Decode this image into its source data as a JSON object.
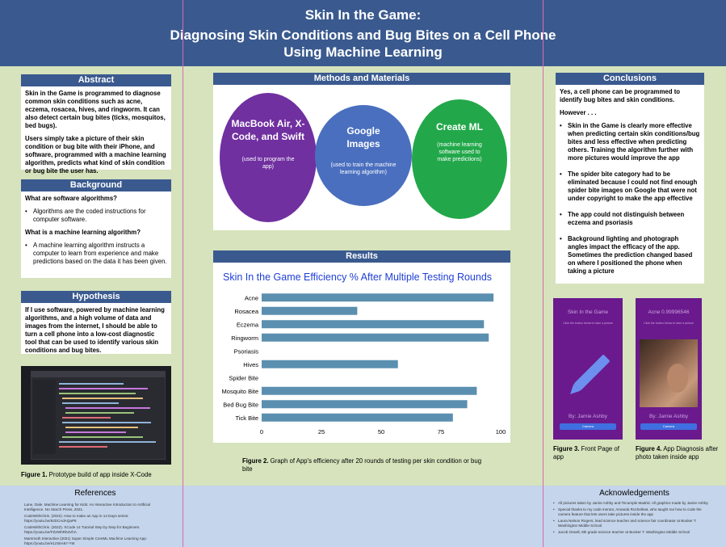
{
  "header": {
    "title_line1": "Skin In the Game:",
    "title_line2": "Diagnosing Skin Conditions and Bug Bites on a Cell Phone",
    "title_line3": "Using Machine Learning"
  },
  "abstract": {
    "heading": "Abstract",
    "p1": "Skin in the Game is programmed to diagnose common skin conditions such as acne, eczema, rosacea, hives, and ringworm.  It can also detect certain bug bites (ticks, mosquitos, bed bugs).",
    "p2": "Users simply take a picture of their skin condition or bug bite with their iPhone, and software, programmed with a machine learning algorithm, predicts what kind of skin condition or bug bite the user has."
  },
  "background": {
    "heading": "Background",
    "q1": "What are software algorithms?",
    "b1": "Algorithms are the coded instructions for computer software.",
    "q2": "What is a machine learning algorithm?",
    "b2": "A machine learning algorithm instructs a computer to learn from experience and make predictions based on the data it has been given."
  },
  "hypothesis": {
    "heading": "Hypothesis",
    "text": "If I use software, powered by machine learning algorithms, and a high volume of data and images from the internet, I should be able to turn a cell phone into a low-cost diagnostic tool that can be used to identify various skin conditions and bug bites."
  },
  "figure1": {
    "caption_bold": "Figure 1.",
    "caption": " Prototype build of app  inside X-Code"
  },
  "methods": {
    "heading": "Methods and Materials",
    "c1_title": "MacBook Air, X-Code, and Swift",
    "c1_sub": "(used to program the app)",
    "c2_title": "Google Images",
    "c2_sub": "(used to train the machine learning algorithm)",
    "c3_title": "Create ML",
    "c3_sub": "(machine learning software used to make predictions)",
    "colors": {
      "c1": "#7030a0",
      "c2": "#4a6fbf",
      "c3": "#22a84a"
    }
  },
  "results": {
    "heading": "Results"
  },
  "chart_data": {
    "type": "bar",
    "orientation": "horizontal",
    "title": "Skin In the Game Efficiency % After Multiple Testing Rounds",
    "categories": [
      "Acne",
      "Rosacea",
      "Eczema",
      "Ringworm",
      "Psoriasis",
      "Hives",
      "Spider Bite",
      "Mosquito Bite",
      "Bed Bug Bite",
      "Tick Bite"
    ],
    "values": [
      97,
      40,
      93,
      95,
      0,
      57,
      0,
      90,
      86,
      80
    ],
    "xlim": [
      0,
      100
    ],
    "xticks": [
      "0",
      "25",
      "50",
      "75",
      "100"
    ],
    "grid": false,
    "bar_color": "#5b8fb0"
  },
  "figure2": {
    "caption_bold": "Figure 2.",
    "caption": "  Graph of App's efficiency after 20  rounds of testing per skin condition or bug bite"
  },
  "conclusions": {
    "heading": "Conclusions",
    "p1": "Yes, a cell phone can be programmed to identify bug bites and skin conditions.",
    "p2": "However . . .",
    "b1": " Skin in the Game  is clearly more effective when predicting certain skin conditions/bug bites and less effective when predicting others. Training the algorithm further with more pictures would improve the app",
    "b2": "The spider bite category had to be eliminated because I could not find enough spider bite images on Google that were not under copyright to make the app effective",
    "b3": "The app could not distinguish between eczema and psoriasis",
    "b4": "Background lighting and photograph angles impact the efficacy of the app. Sometimes the prediction changed based on where I positioned the phone when taking a picture"
  },
  "phone1": {
    "title": "Skin In the Game",
    "hint": "Click the button below to take a picture",
    "by": "By: Jamie Ashby",
    "button": "Camera"
  },
  "phone2": {
    "title": "Acne 0.99996546",
    "hint": "Click the button below to take a picture",
    "by": "By: Jamie Ashby",
    "button": "Camera"
  },
  "figure3": {
    "caption_bold": "Figure 3.",
    "caption": " Front Page of app"
  },
  "figure4": {
    "caption_bold": "Figure 4.",
    "caption": " App Diagnosis after  photo taken inside app"
  },
  "references": {
    "heading": "References",
    "items": [
      "Lane, Dale. Machine Learning for Kids: An Interactive Introduction to Artificial Intelligence. No Starch Press, 2021.",
      "CodeWithChris. (2022). How to make an App in 14 Days series: https://youtu.be/8JDCAdAQaP8",
      "CodeWithChris. (2022). XCode 14 Tutorial Step by Step for Beginners. https://youtu.be/FZ2WhRb4VhA",
      "Mammoth Interactive (2021) Super Simple CoreML Machine Learning App: https://youtu.be/e1zS6A67-YM"
    ]
  },
  "acknowledgements": {
    "heading": "Acknowledgements",
    "items": [
      "All pictures taken by Jamie Ashby and Tecumple Madrid. All graphics made by Jamie Ashby",
      "Special thanks to my code mentor, Amanda Rochelleat, who taught me how to code the camera feature that lets users take pictures inside the app",
      "Laura Nelson Rogers, lead science teacher and science fair coordinator at Booker T. Washington Middle School",
      "Jacob Orwell, 8th grade science teacher at Booker T. Washington Middle School"
    ]
  }
}
